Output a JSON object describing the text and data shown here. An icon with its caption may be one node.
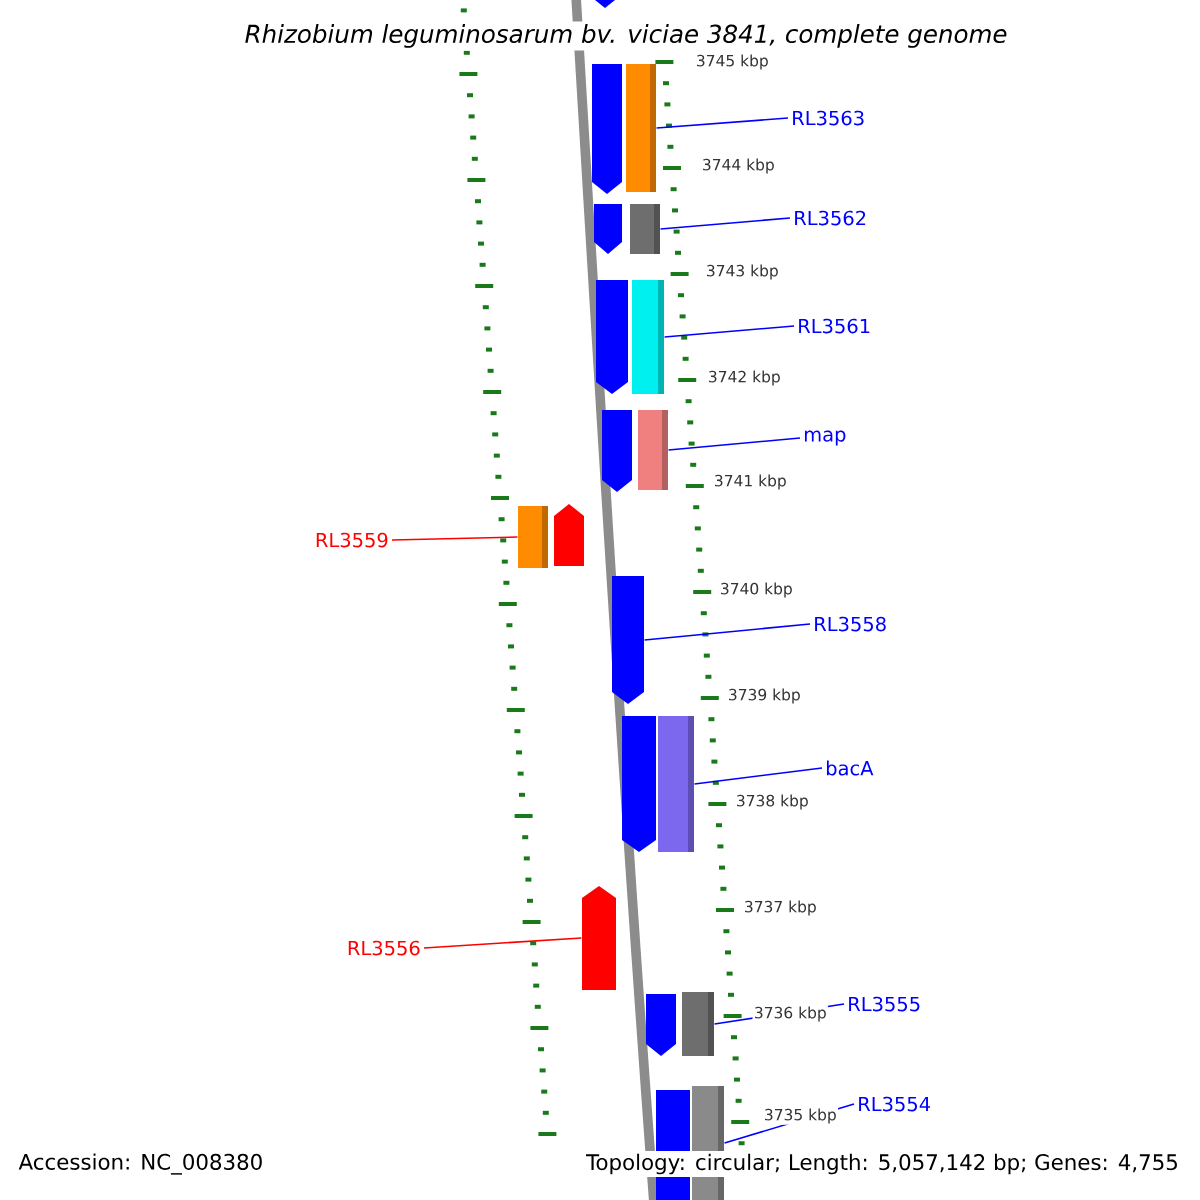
{
  "diagram": {
    "title": "Rhizobium leguminosarum bv. viciae 3841, complete genome",
    "nodes": [
      {
        "text": [
          "RL3563"
        ]
      },
      {
        "text": [
          "RL3562"
        ]
      },
      {
        "text": [
          "RL3561"
        ]
      },
      {
        "text": [
          "map"
        ]
      },
      {
        "text": [
          "RL3559"
        ]
      },
      {
        "text": [
          "RL3558"
        ]
      },
      {
        "text": [
          "bacA"
        ]
      },
      {
        "text": [
          "RL3556"
        ]
      },
      {
        "text": [
          "RL3555"
        ]
      },
      {
        "text": [
          "RL3554"
        ]
      },
      {
        "text": [],
        "shape": "box"
      },
      {
        "text": [],
        "shape": "box"
      },
      {
        "text": [],
        "shape": "box"
      },
      {
        "text": [],
        "shape": "box"
      },
      {
        "text": [],
        "shape": "box"
      },
      {
        "text": [],
        "shape": "arrow"
      },
      {
        "text": [],
        "shape": "box"
      },
      {
        "text": [],
        "shape": "arrow"
      },
      {
        "text": [],
        "shape": "box"
      },
      {
        "text": [],
        "shape": "box"
      }
    ],
    "edges": [
      {
        "from": 0,
        "to": 10,
        "arrow": "none"
      },
      {
        "from": 1,
        "to": 11,
        "arrow": "none"
      },
      {
        "from": 2,
        "to": 12,
        "arrow": "none"
      },
      {
        "from": 3,
        "to": 13,
        "arrow": "none"
      },
      {
        "from": 4,
        "to": 14,
        "arrow": "none",
        "color": "#ff0000"
      },
      {
        "from": 5,
        "to": 15,
        "arrow": "none"
      },
      {
        "from": 6,
        "to": 16,
        "arrow": "none"
      },
      {
        "from": 7,
        "to": 17,
        "arrow": "none",
        "color": "#ff0000"
      },
      {
        "from": 8,
        "to": 18,
        "arrow": "none"
      },
      {
        "from": 9,
        "to": 19,
        "arrow": "none"
      }
    ],
    "labels": [
      "3745 kbp",
      "3744 kbp",
      "3743 kbp",
      "3742 kbp",
      "3741 kbp",
      "3740 kbp",
      "3739 kbp",
      "3738 kbp",
      "3737 kbp",
      "3736 kbp",
      "3735 kbp",
      "Accession: NC_008380",
      "Topology: circular; Length: 5,057,142 bp; Genes: 4,755"
    ]
  }
}
